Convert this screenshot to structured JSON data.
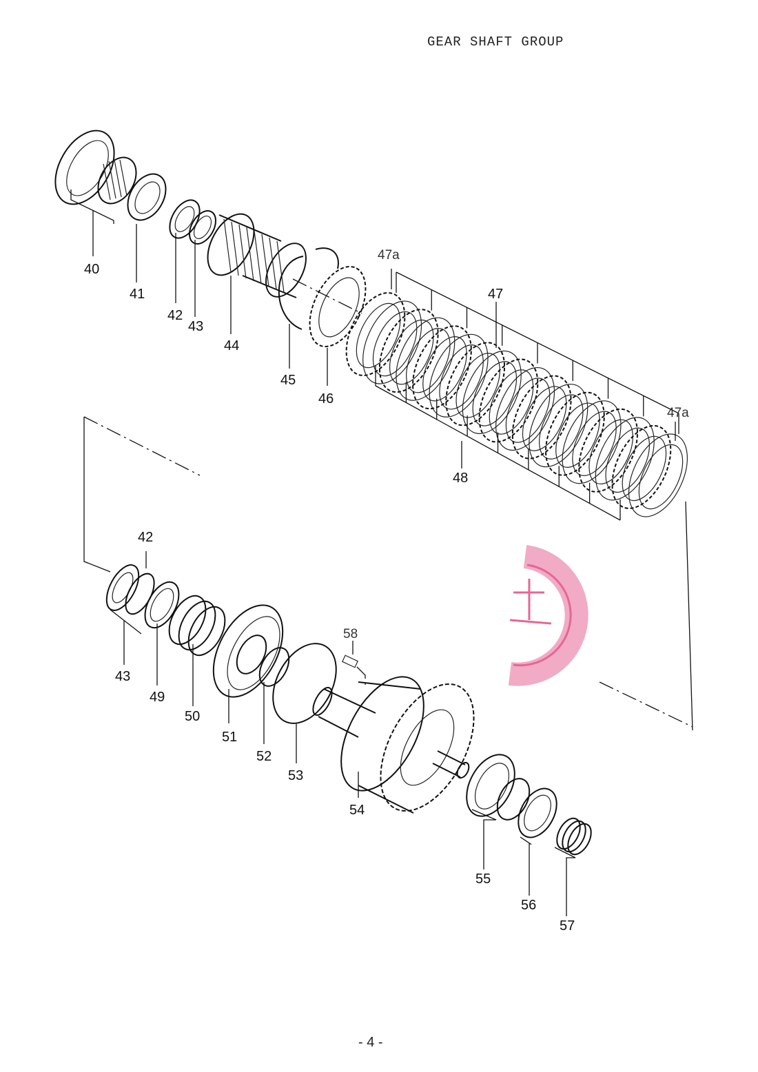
{
  "header": {
    "title": "GEAR SHAFT GROUP"
  },
  "footer": {
    "page_number": "- 4 -"
  },
  "colors": {
    "ink": "#111111",
    "stamp": "#e0407a"
  },
  "parts": [
    {
      "id": "p40",
      "label": "40"
    },
    {
      "id": "p41",
      "label": "41"
    },
    {
      "id": "p42a",
      "label": "42"
    },
    {
      "id": "p43a",
      "label": "43"
    },
    {
      "id": "p44",
      "label": "44"
    },
    {
      "id": "p45",
      "label": "45"
    },
    {
      "id": "p46",
      "label": "46"
    },
    {
      "id": "p47a1",
      "label": "47a"
    },
    {
      "id": "p47",
      "label": "47"
    },
    {
      "id": "p47a2",
      "label": "47a"
    },
    {
      "id": "p48",
      "label": "48"
    },
    {
      "id": "p42b",
      "label": "42"
    },
    {
      "id": "p43b",
      "label": "43"
    },
    {
      "id": "p49",
      "label": "49"
    },
    {
      "id": "p50",
      "label": "50"
    },
    {
      "id": "p51",
      "label": "51"
    },
    {
      "id": "p52",
      "label": "52"
    },
    {
      "id": "p53",
      "label": "53"
    },
    {
      "id": "p54",
      "label": "54"
    },
    {
      "id": "p55",
      "label": "55"
    },
    {
      "id": "p56",
      "label": "56"
    },
    {
      "id": "p57",
      "label": "57"
    },
    {
      "id": "p58",
      "label": "58"
    }
  ],
  "stamp": {
    "icon": "red-seal-stamp"
  }
}
